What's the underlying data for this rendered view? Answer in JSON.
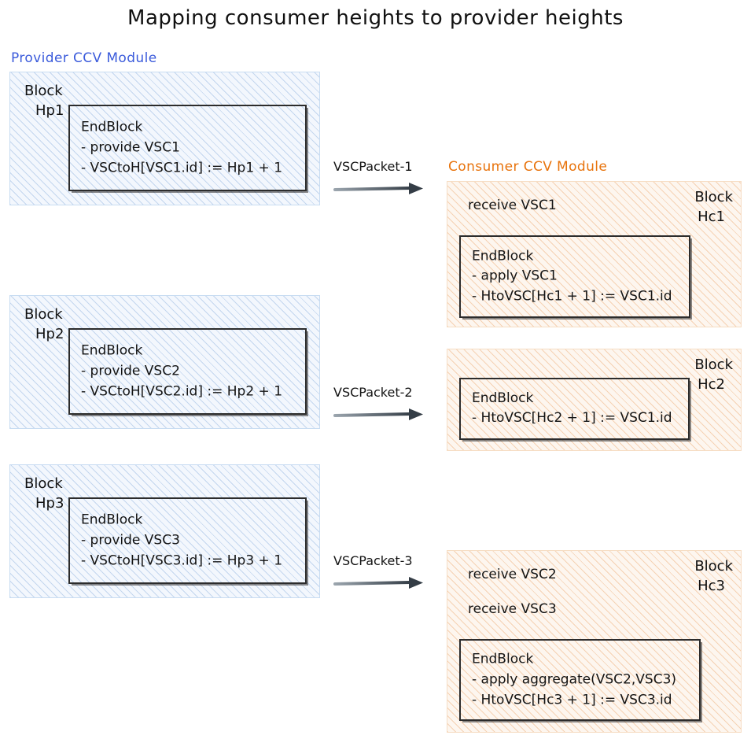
{
  "title": "Mapping consumer heights to provider heights",
  "colors": {
    "provider_accent": "#3b5bdb",
    "consumer_accent": "#e8730c",
    "provider_panel_bg": "#f3f7fd",
    "consumer_panel_bg": "#fdf6ef",
    "box_border": "#2c2c2c",
    "arrow": "#3d4852"
  },
  "provider_module": {
    "caption": "Provider CCV Module",
    "blocks": [
      {
        "label_line1": "Block",
        "label_line2": "Hp1",
        "endblock": {
          "heading": "EndBlock",
          "lines": [
            "- provide VSC1",
            "- VSCtoH[VSC1.id] := Hp1 + 1"
          ]
        }
      },
      {
        "label_line1": "Block",
        "label_line2": "Hp2",
        "endblock": {
          "heading": "EndBlock",
          "lines": [
            "- provide VSC2",
            "- VSCtoH[VSC2.id] := Hp2 + 1"
          ]
        }
      },
      {
        "label_line1": "Block",
        "label_line2": "Hp3",
        "endblock": {
          "heading": "EndBlock",
          "lines": [
            "- provide VSC3",
            "- VSCtoH[VSC3.id] := Hp3 + 1"
          ]
        }
      }
    ]
  },
  "consumer_module": {
    "caption": "Consumer CCV Module",
    "blocks": [
      {
        "label_line1": "Block",
        "label_line2": "Hc1",
        "events": [
          "receive VSC1"
        ],
        "endblock": {
          "heading": "EndBlock",
          "lines": [
            "- apply VSC1",
            "- HtoVSC[Hc1 + 1] := VSC1.id"
          ]
        }
      },
      {
        "label_line1": "Block",
        "label_line2": "Hc2",
        "events": [],
        "endblock": {
          "heading": "EndBlock",
          "lines": [
            "- HtoVSC[Hc2 + 1] := VSC1.id"
          ]
        }
      },
      {
        "label_line1": "Block",
        "label_line2": "Hc3",
        "events": [
          "receive VSC2",
          "receive VSC3"
        ],
        "endblock": {
          "heading": "EndBlock",
          "lines": [
            "- apply aggregate(VSC2,VSC3)",
            "- HtoVSC[Hc3 + 1] := VSC3.id"
          ]
        }
      }
    ]
  },
  "arrows": [
    {
      "label": "VSCPacket-1"
    },
    {
      "label": "VSCPacket-2"
    },
    {
      "label": "VSCPacket-3"
    }
  ]
}
